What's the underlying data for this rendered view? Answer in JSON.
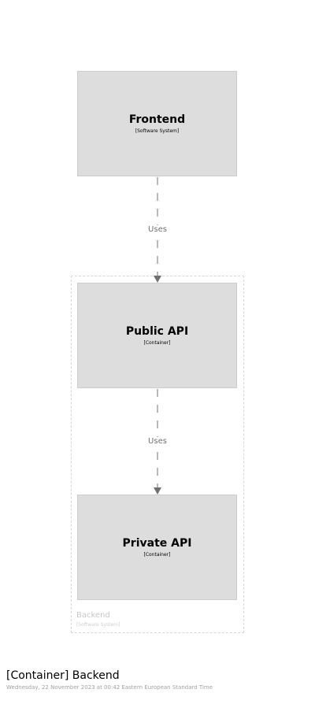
{
  "diagram": {
    "elements": {
      "frontend": {
        "name": "Frontend",
        "type": "[Software System]"
      },
      "public_api": {
        "name": "Public API",
        "type": "[Container]"
      },
      "private_api": {
        "name": "Private API",
        "type": "[Container]"
      }
    },
    "boundary": {
      "name": "Backend",
      "type": "[Software System]"
    },
    "relationships": [
      {
        "from": "Frontend",
        "to": "Public API",
        "label": "Uses"
      },
      {
        "from": "Public API",
        "to": "Private API",
        "label": "Uses"
      }
    ],
    "colors": {
      "element_fill": "#dddddd",
      "element_border": "#cccccc",
      "edge": "#707070",
      "boundary": "#d7d7d7"
    }
  },
  "footer": {
    "title": "[Container] Backend",
    "subtitle": "Wednesday, 22 November 2023 at 00:42 Eastern European Standard Time"
  }
}
